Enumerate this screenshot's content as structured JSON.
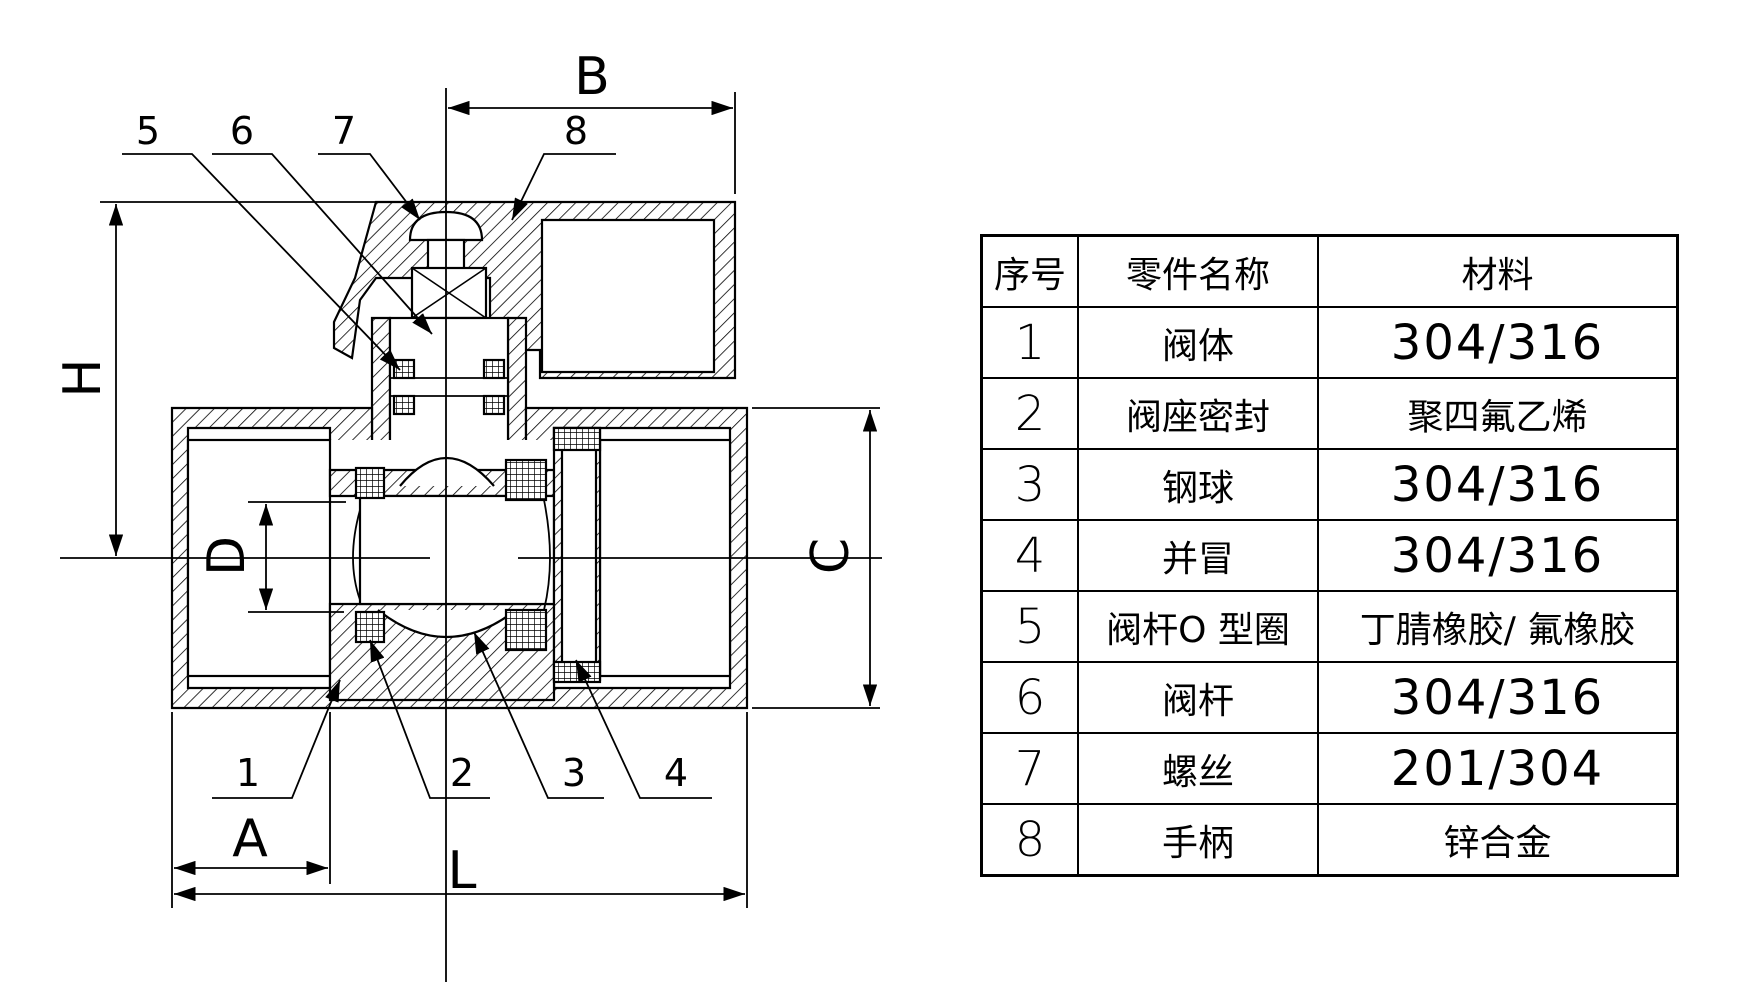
{
  "dimensions": {
    "B": "B",
    "H": "H",
    "D": "D",
    "C": "C",
    "A": "A",
    "L": "L"
  },
  "callouts": [
    "1",
    "2",
    "3",
    "4",
    "5",
    "6",
    "7",
    "8"
  ],
  "table": {
    "headers": [
      "序号",
      "零件名称",
      "材料"
    ],
    "rows": [
      {
        "no": "1",
        "part": "阀体",
        "material": "304/316"
      },
      {
        "no": "2",
        "part": "阀座密封",
        "material": "聚四氟乙烯"
      },
      {
        "no": "3",
        "part": "钢球",
        "material": "304/316"
      },
      {
        "no": "4",
        "part": "并冒",
        "material": "304/316"
      },
      {
        "no": "5",
        "part": "阀杆O 型圈",
        "material": "丁腈橡胶/ 氟橡胶"
      },
      {
        "no": "6",
        "part": "阀杆",
        "material": "304/316"
      },
      {
        "no": "7",
        "part": "螺丝",
        "material": "201/304"
      },
      {
        "no": "8",
        "part": "手柄",
        "material": "锌合金"
      }
    ]
  }
}
